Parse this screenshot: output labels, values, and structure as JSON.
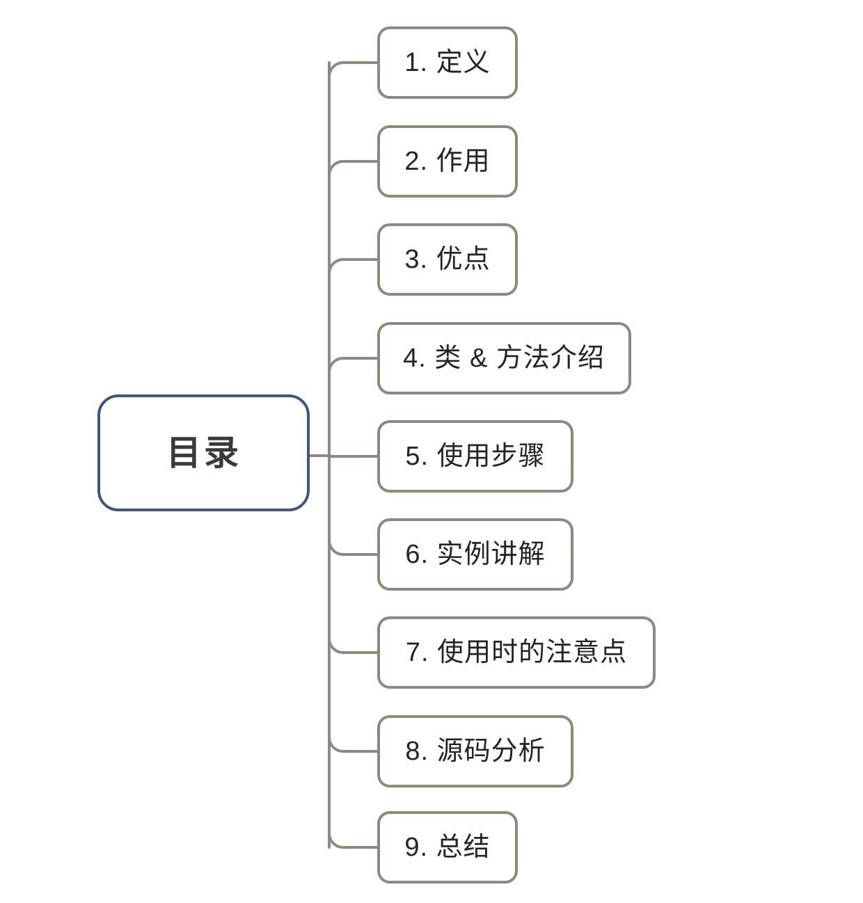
{
  "diagram": {
    "type": "mindmap",
    "title_node": {
      "label": "目录",
      "border_color": "#40567f",
      "fill_color": "#ffffff",
      "text_color": "#3a3a3a"
    },
    "branch_style": {
      "border_color": "#8d8880",
      "fill_color": "#ffffff",
      "text_color": "#242424",
      "connector_color": "#8d8880"
    },
    "branches": [
      {
        "index": "1",
        "label": "1. 定义"
      },
      {
        "index": "2",
        "label": "2. 作用"
      },
      {
        "index": "3",
        "label": "3. 优点"
      },
      {
        "index": "4",
        "label": "4. 类 & 方法介绍"
      },
      {
        "index": "5",
        "label": "5. 使用步骤"
      },
      {
        "index": "6",
        "label": "6. 实例讲解"
      },
      {
        "index": "7",
        "label": "7. 使用时的注意点"
      },
      {
        "index": "8",
        "label": "8. 源码分析"
      },
      {
        "index": "9",
        "label": "9. 总结"
      }
    ]
  }
}
